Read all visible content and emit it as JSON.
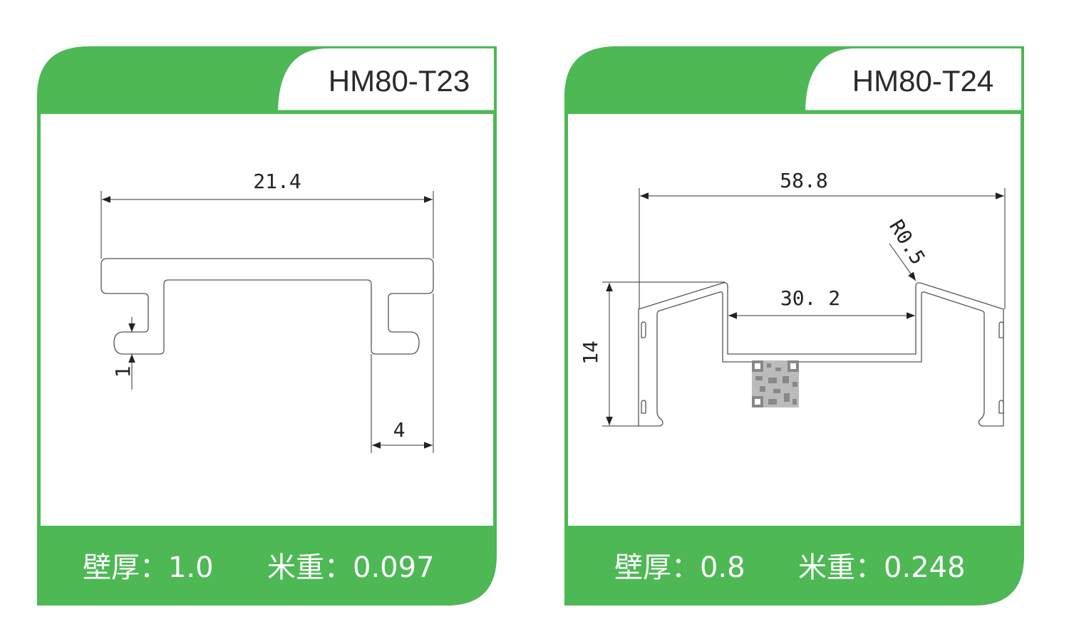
{
  "colors": {
    "brand_green": "#4db854",
    "line": "#555555"
  },
  "cards": [
    {
      "model": "HM80-T23",
      "dimensions": {
        "overall_width": "21.4",
        "thickness": "1",
        "leg_width": "4"
      },
      "wall_thickness_label": "壁厚：",
      "wall_thickness_value": "1.0",
      "weight_label": "米重：",
      "weight_value": "0.097"
    },
    {
      "model": "HM80-T24",
      "dimensions": {
        "overall_width": "58.8",
        "inner_width": "30. 2",
        "height": "14",
        "radius": "R0.5"
      },
      "wall_thickness_label": "壁厚：",
      "wall_thickness_value": "0.8",
      "weight_label": "米重：",
      "weight_value": "0.248"
    }
  ]
}
